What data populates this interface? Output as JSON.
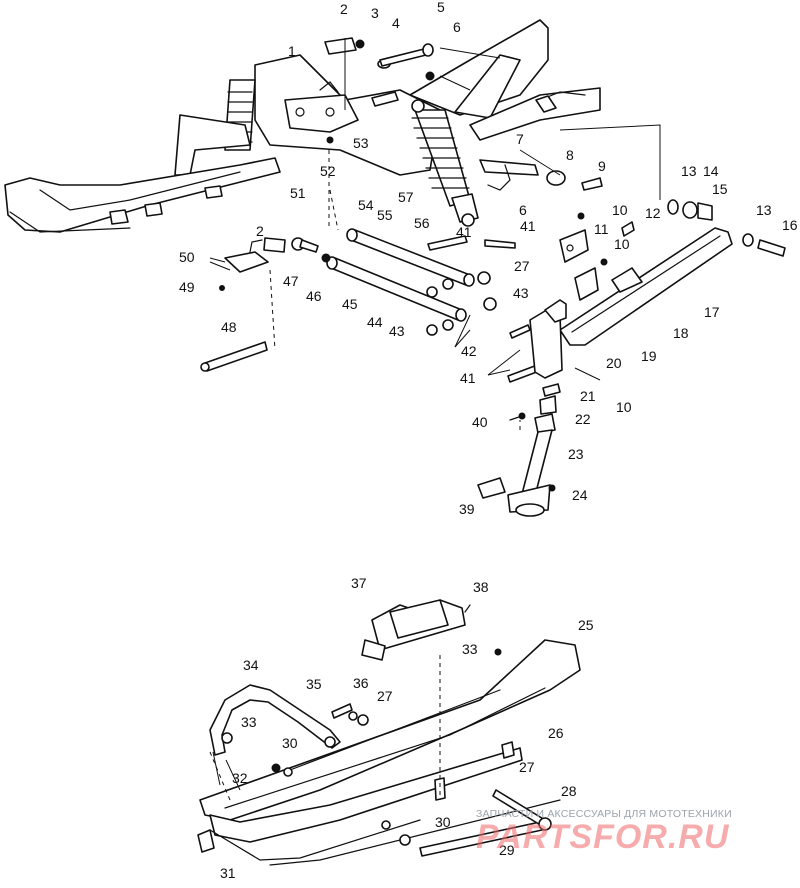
{
  "callouts": [
    {
      "id": "c1",
      "text": "1"
    },
    {
      "id": "c2a",
      "text": "2"
    },
    {
      "id": "c3",
      "text": "3"
    },
    {
      "id": "c4",
      "text": "4"
    },
    {
      "id": "c5",
      "text": "5"
    },
    {
      "id": "c6a",
      "text": "6"
    },
    {
      "id": "c7",
      "text": "7"
    },
    {
      "id": "c8",
      "text": "8"
    },
    {
      "id": "c9",
      "text": "9"
    },
    {
      "id": "c10a",
      "text": "10"
    },
    {
      "id": "c10b",
      "text": "10"
    },
    {
      "id": "c10c",
      "text": "10"
    },
    {
      "id": "c11",
      "text": "11"
    },
    {
      "id": "c12",
      "text": "12"
    },
    {
      "id": "c13a",
      "text": "13"
    },
    {
      "id": "c13b",
      "text": "13"
    },
    {
      "id": "c14",
      "text": "14"
    },
    {
      "id": "c15",
      "text": "15"
    },
    {
      "id": "c16",
      "text": "16"
    },
    {
      "id": "c17",
      "text": "17"
    },
    {
      "id": "c18",
      "text": "18"
    },
    {
      "id": "c19",
      "text": "19"
    },
    {
      "id": "c20",
      "text": "20"
    },
    {
      "id": "c21",
      "text": "21"
    },
    {
      "id": "c22",
      "text": "22"
    },
    {
      "id": "c23",
      "text": "23"
    },
    {
      "id": "c24",
      "text": "24"
    },
    {
      "id": "c25",
      "text": "25"
    },
    {
      "id": "c26",
      "text": "26"
    },
    {
      "id": "c27a",
      "text": "27"
    },
    {
      "id": "c27b",
      "text": "27"
    },
    {
      "id": "c27c",
      "text": "27"
    },
    {
      "id": "c28",
      "text": "28"
    },
    {
      "id": "c29",
      "text": "29"
    },
    {
      "id": "c30a",
      "text": "30"
    },
    {
      "id": "c30b",
      "text": "30"
    },
    {
      "id": "c31",
      "text": "31"
    },
    {
      "id": "c32",
      "text": "32"
    },
    {
      "id": "c33a",
      "text": "33"
    },
    {
      "id": "c33b",
      "text": "33"
    },
    {
      "id": "c34",
      "text": "34"
    },
    {
      "id": "c35",
      "text": "35"
    },
    {
      "id": "c36",
      "text": "36"
    },
    {
      "id": "c37",
      "text": "37"
    },
    {
      "id": "c38",
      "text": "38"
    },
    {
      "id": "c39",
      "text": "39"
    },
    {
      "id": "c40",
      "text": "40"
    },
    {
      "id": "c41a",
      "text": "41"
    },
    {
      "id": "c41b",
      "text": "41"
    },
    {
      "id": "c41c",
      "text": "41"
    },
    {
      "id": "c42",
      "text": "42"
    },
    {
      "id": "c43a",
      "text": "43"
    },
    {
      "id": "c43b",
      "text": "43"
    },
    {
      "id": "c44",
      "text": "44"
    },
    {
      "id": "c45",
      "text": "45"
    },
    {
      "id": "c46",
      "text": "46"
    },
    {
      "id": "c47",
      "text": "47"
    },
    {
      "id": "c48",
      "text": "48"
    },
    {
      "id": "c49",
      "text": "49"
    },
    {
      "id": "c50",
      "text": "50"
    },
    {
      "id": "c51",
      "text": "51"
    },
    {
      "id": "c52",
      "text": "52"
    },
    {
      "id": "c53",
      "text": "53"
    },
    {
      "id": "c54",
      "text": "54"
    },
    {
      "id": "c55",
      "text": "55"
    },
    {
      "id": "c56",
      "text": "56"
    },
    {
      "id": "c57",
      "text": "57"
    },
    {
      "id": "c2b",
      "text": "2"
    },
    {
      "id": "c6b",
      "text": "6"
    }
  ],
  "watermark": {
    "tagline": "ЗАПЧАСТИ И АКСЕССУАРЫ ДЛЯ МОТОТЕХНИКИ",
    "logo": "PARTSFOR.RU"
  },
  "colors": {
    "line": "#111111",
    "watermark_logo": "#f06a6a",
    "watermark_text": "#9aa3ad"
  }
}
